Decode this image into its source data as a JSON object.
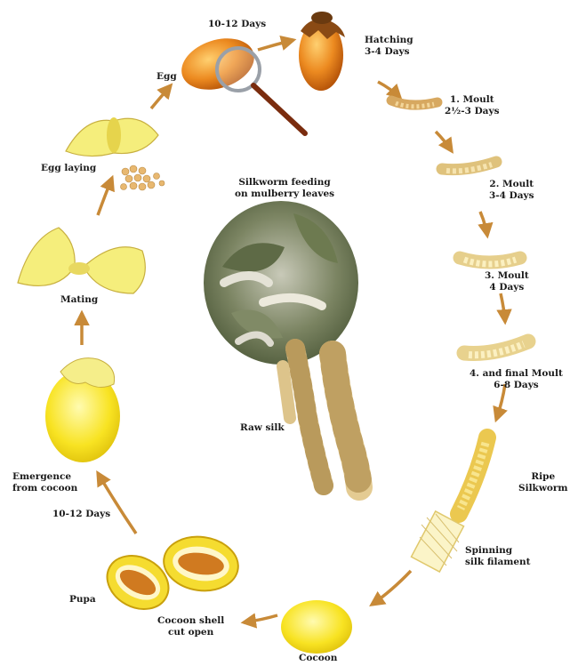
{
  "diagram": {
    "stages": {
      "egg": "Egg",
      "ten_twelve_top": "10-12 Days",
      "hatching": [
        "Hatching",
        "3-4 Days"
      ],
      "moult1": [
        "1. Moult",
        "2½-3 Days"
      ],
      "moult2": [
        "2. Moult",
        "3-4 Days"
      ],
      "moult3": [
        "3. Moult",
        "4 Days"
      ],
      "moult4": [
        "4. and final Moult",
        "6-8 Days"
      ],
      "ripe": [
        "Ripe",
        "Silkworm"
      ],
      "spinning": [
        "Spinning",
        "silk filament"
      ],
      "cocoon": "Cocoon",
      "cocoon_cut": [
        "Cocoon shell",
        "cut open"
      ],
      "pupa": "Pupa",
      "ten_twelve_bottom": "10-12 Days",
      "emergence": [
        "Emergence",
        "from cocoon"
      ],
      "mating": "Mating",
      "egg_laying": "Egg laying"
    },
    "center": {
      "feeding": [
        "Silkworm feeding",
        "on mulberry leaves"
      ],
      "raw_silk": "Raw silk"
    },
    "colors": {
      "arrow": "#c88a38",
      "egg_orange": "#e07a1a",
      "larva_yellow": "#f2dc8c",
      "moth_yellow": "#f3ea6e",
      "cocoon_yellow": "#f7e018",
      "leaf_green": "#6c7a52",
      "silk_tan": "#d9bf87"
    }
  }
}
